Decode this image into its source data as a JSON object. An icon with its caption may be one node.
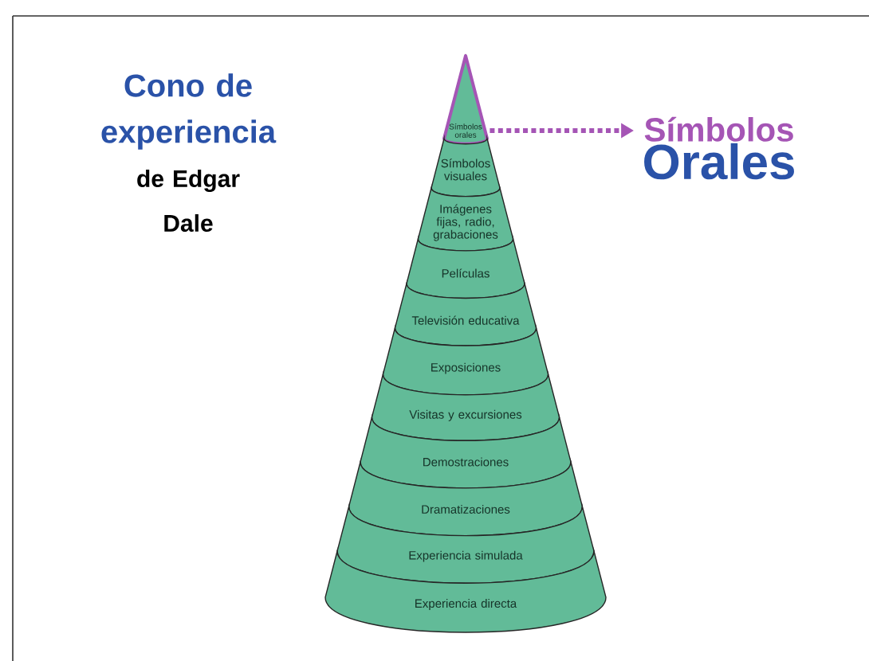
{
  "diagram": {
    "title": "Cono de experiencia",
    "nodes": [
      {
        "text": [
          "Símbolos orales"
        ]
      },
      {
        "text": [
          "Símbolos visuales"
        ]
      },
      {
        "text": [
          "Imágenes fijas, radio, grabaciones"
        ]
      },
      {
        "text": [
          "Películas"
        ]
      },
      {
        "text": [
          "Televisión educativa"
        ]
      },
      {
        "text": [
          "Exposiciones"
        ]
      },
      {
        "text": [
          "Visitas y excursiones"
        ]
      },
      {
        "text": [
          "Demostraciones"
        ]
      },
      {
        "text": [
          "Dramatizaciones"
        ]
      },
      {
        "text": [
          "Experiencia simulada"
        ]
      },
      {
        "text": [
          "Experiencia directa"
        ]
      },
      {
        "text": [
          "Símbolos",
          "Orales"
        ]
      }
    ],
    "edges": [
      {
        "from": 0,
        "to": 11,
        "arrow": "to",
        "style": "dashed",
        "color": "#a555b5"
      }
    ],
    "labels": [
      "de Edgar Dale"
    ]
  }
}
